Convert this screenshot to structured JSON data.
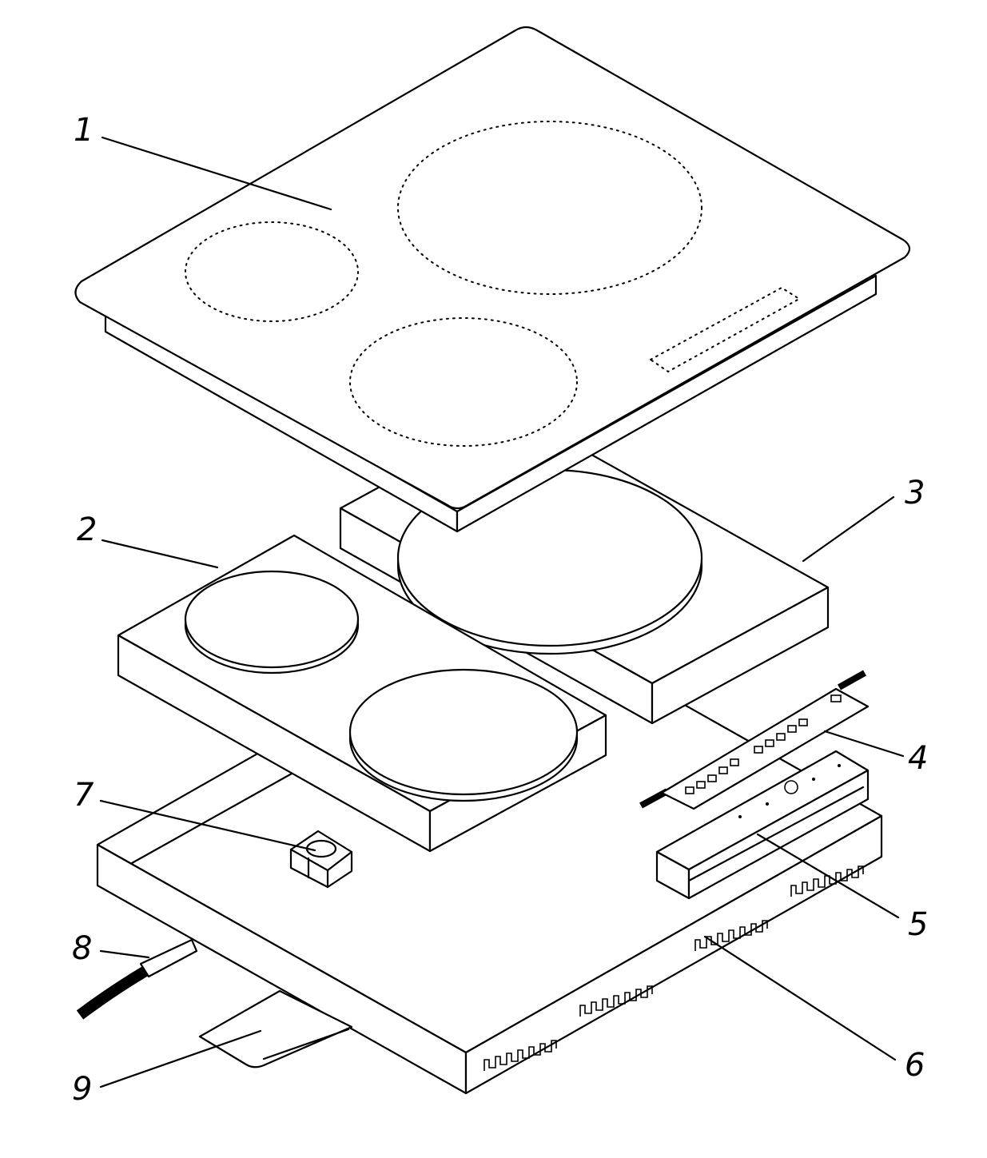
{
  "labels": {
    "cooktop_glass": "1",
    "left_coil_block": "2",
    "right_coil_block": "3",
    "control_board": "4",
    "control_bracket": "5",
    "base_housing": "6",
    "sensor_module": "7",
    "power_cable": "8",
    "bottom_plate": "9"
  }
}
